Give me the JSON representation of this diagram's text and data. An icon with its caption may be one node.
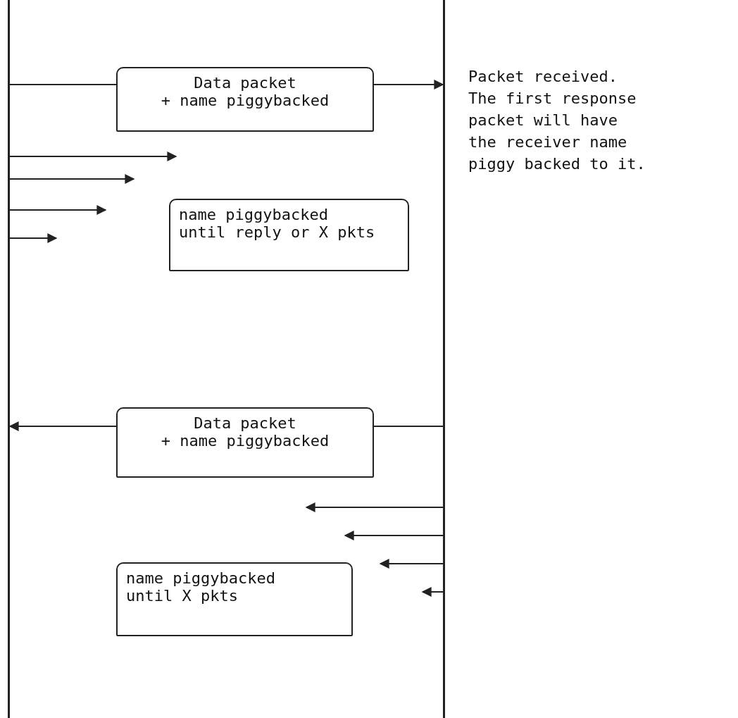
{
  "diagram": {
    "nodes": [
      {
        "text": [],
        "shape": "line"
      },
      {
        "text": [],
        "shape": "line"
      },
      {
        "text": [
          "Data packet",
          "+ name piggybacked"
        ]
      },
      {
        "text": [
          "name piggybacked until reply or X pkts"
        ]
      },
      {
        "text": [
          "Data packet",
          "+ name piggybacked"
        ]
      },
      {
        "text": [
          "name piggybacked until X pkts"
        ]
      }
    ],
    "edges": [
      {
        "from": 0,
        "to": 2,
        "arrow": "none"
      },
      {
        "from": 2,
        "to": 1,
        "arrow": "to"
      },
      {
        "from": 0,
        "to": null,
        "arrow": "to"
      },
      {
        "from": 0,
        "to": null,
        "arrow": "to"
      },
      {
        "from": 0,
        "to": null,
        "arrow": "to"
      },
      {
        "from": 0,
        "to": null,
        "arrow": "to"
      },
      {
        "from": 1,
        "to": 4,
        "arrow": "none"
      },
      {
        "from": 4,
        "to": 0,
        "arrow": "to"
      },
      {
        "from": 1,
        "to": null,
        "arrow": "to"
      },
      {
        "from": 1,
        "to": null,
        "arrow": "to"
      },
      {
        "from": 1,
        "to": null,
        "arrow": "to"
      },
      {
        "from": 1,
        "to": null,
        "arrow": "to"
      }
    ],
    "labels": [
      "Packet received. The first response packet will have the receiver name piggy backed to it."
    ]
  }
}
